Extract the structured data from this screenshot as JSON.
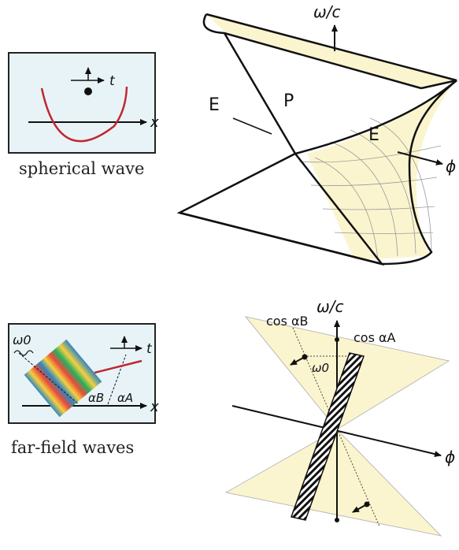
{
  "panels": {
    "spherical": {
      "caption": "spherical wave",
      "x_axis": "x",
      "t_axis": "t"
    },
    "far_field": {
      "caption": "far-field waves",
      "x_axis": "x",
      "t_axis": "t",
      "omega0": "ω0",
      "alpha_B": "αB",
      "alpha_A": "αA"
    }
  },
  "cones": {
    "top": {
      "vertical_axis": "ω/c",
      "horizontal_axis": "ϕ",
      "label_E_left": "E",
      "label_P": "P",
      "label_E_right": "E"
    },
    "bottom": {
      "vertical_axis": "ω/c",
      "horizontal_axis": "ϕ",
      "cos_alpha_B": "cos αB",
      "cos_alpha_A": "cos αA",
      "omega0": "ω0"
    }
  },
  "colors": {
    "panel_bg": "#e8f3f8",
    "cone_fill": "#fbf5cf",
    "wave_red": "#c0272d",
    "outline": "#111111"
  }
}
